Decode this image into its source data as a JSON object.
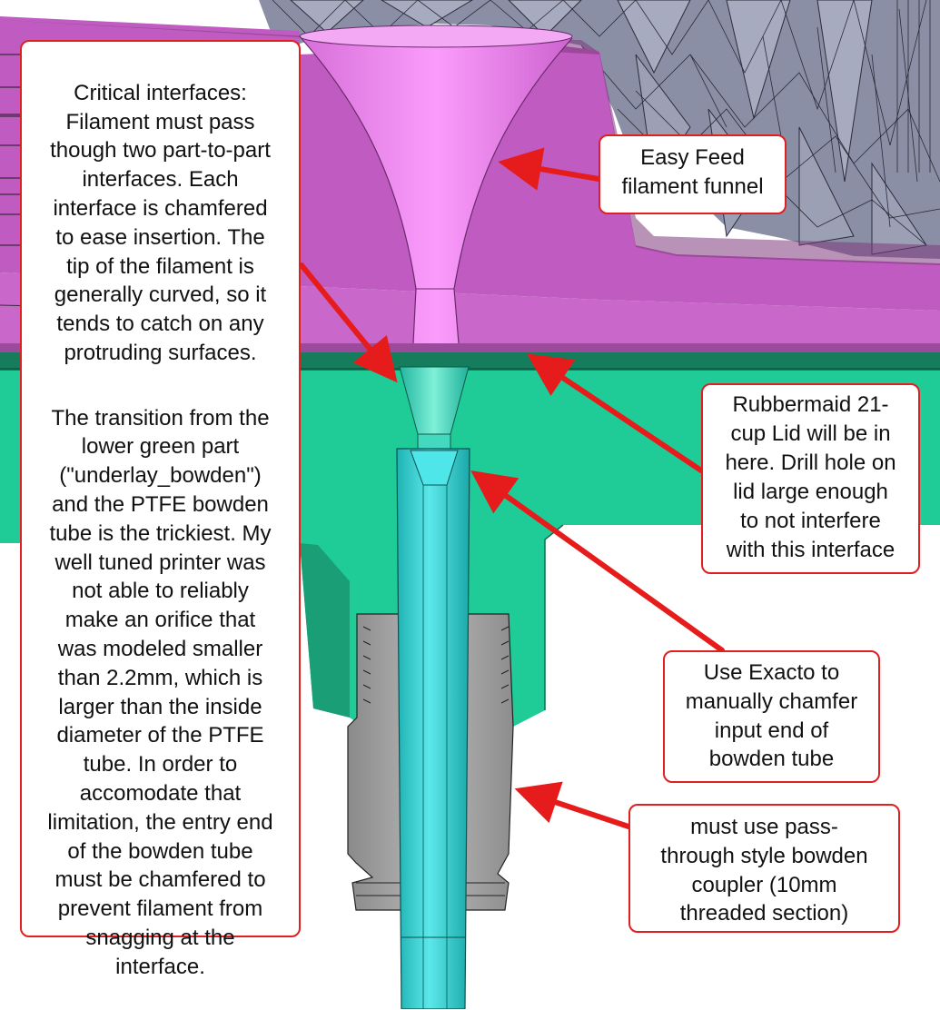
{
  "annotations": {
    "critical_interfaces": "Critical interfaces:\nFilament must pass\nthough two part-to-part\ninterfaces. Each\ninterface is chamfered\nto ease insertion. The\ntip of the filament is\ngenerally curved, so it\ntends to catch on any\nprotruding surfaces.",
    "transition": "The transition from the\nlower green part\n(\"underlay_bowden\")\nand the PTFE bowden\ntube is the trickiest. My\nwell tuned printer was\nnot able to reliably\nmake an orifice that\nwas modeled smaller\nthan 2.2mm, which is\nlarger than the inside\ndiameter of the PTFE\ntube. In order to\naccomodate that\nlimitation, the entry end\nof the bowden tube\nmust be chamfered to\nprevent filament from\nsnagging at the\ninterface.",
    "easy_feed": "Easy Feed\nfilament funnel",
    "rubbermaid_lid": "Rubbermaid 21-\ncup Lid will be in\nhere. Drill hole on\nlid large enough\nto not interfere\nwith this interface",
    "exacto": "Use Exacto to\nmanually chamfer\ninput end of\nbowden tube",
    "coupler": "must use pass-\nthrough style bowden\ncoupler (10mm\nthreaded section)"
  },
  "colors": {
    "magenta_part": "#c460c4",
    "magenta_dark": "#9a3f9a",
    "funnel": "#e684e8",
    "green_part": "#1ec994",
    "green_dark": "#178a60",
    "bowden_tube": "#2ed0d0",
    "coupler": "#9a9a9a",
    "mesh": "#8c90a8",
    "arrow": "#e61c1c",
    "callout_border": "#e02020"
  }
}
